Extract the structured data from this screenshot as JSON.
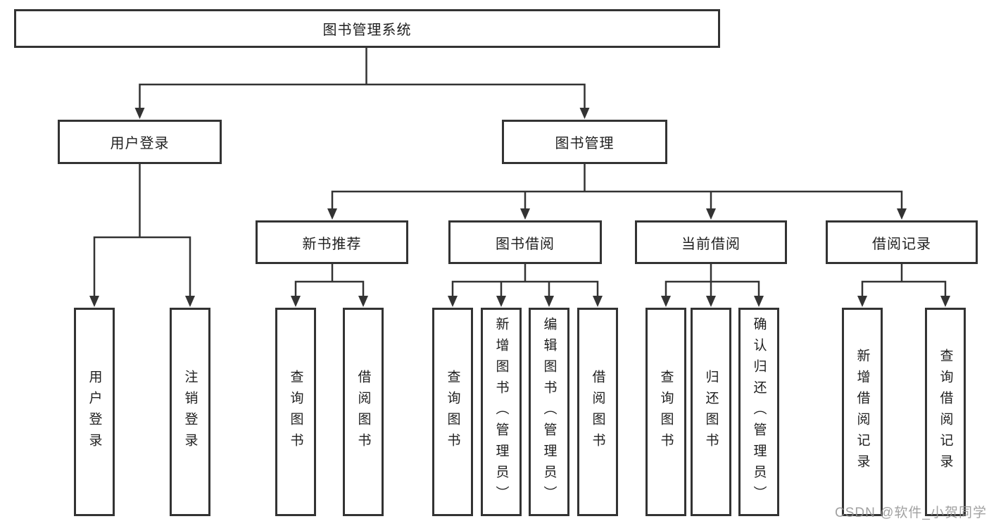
{
  "tree": {
    "label": "图书管理系统",
    "children": [
      {
        "label": "用户登录",
        "children": [
          {
            "label": "用户登录"
          },
          {
            "label": "注销登录"
          }
        ]
      },
      {
        "label": "图书管理",
        "children": [
          {
            "label": "新书推荐",
            "children": [
              {
                "label": "查询图书"
              },
              {
                "label": "借阅图书"
              }
            ]
          },
          {
            "label": "图书借阅",
            "children": [
              {
                "label": "查询图书"
              },
              {
                "label": "新增图书（管理员）"
              },
              {
                "label": "编辑图书（管理员）"
              },
              {
                "label": "借阅图书"
              }
            ]
          },
          {
            "label": "当前借阅",
            "children": [
              {
                "label": "查询图书"
              },
              {
                "label": "归还图书"
              },
              {
                "label": "确认归还（管理员）"
              }
            ]
          },
          {
            "label": "借阅记录",
            "children": [
              {
                "label": "新增借阅记录"
              },
              {
                "label": "查询借阅记录"
              }
            ]
          }
        ]
      }
    ]
  },
  "watermark": {
    "text": "CSDN @软件_小贺同学"
  },
  "colors": {
    "box_border": "#333333",
    "connector_line": "#333333",
    "text": "#1f1f1f",
    "watermark_text": "#919191",
    "background": "#ffffff"
  }
}
